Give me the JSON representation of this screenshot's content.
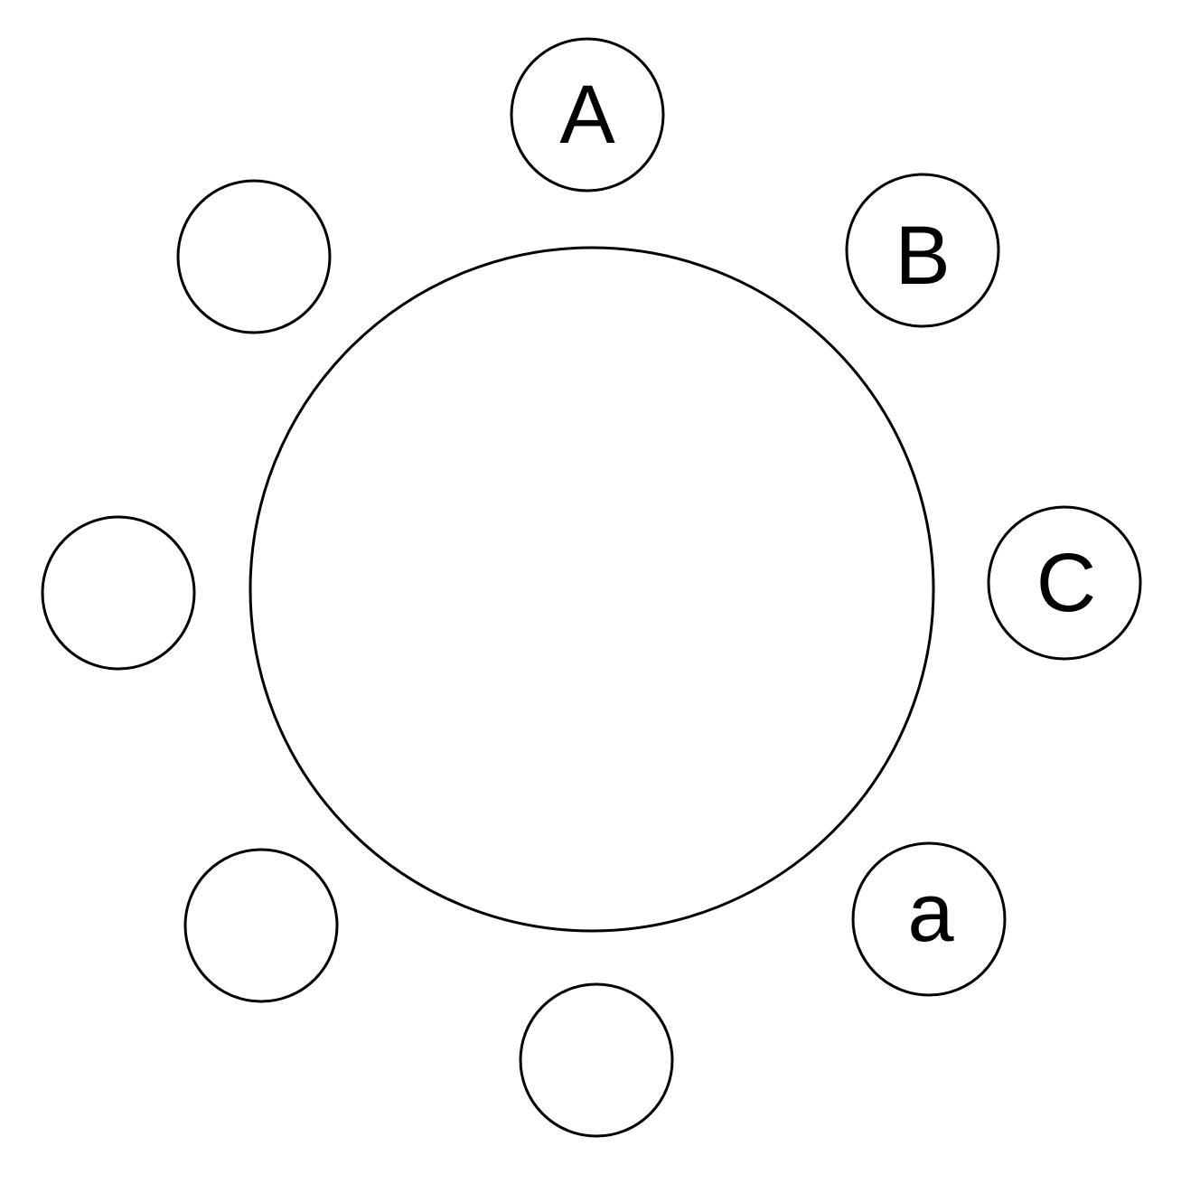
{
  "diagram": {
    "seats": [
      {
        "label": "A"
      },
      {
        "label": "B"
      },
      {
        "label": "C"
      },
      {
        "label": "a"
      },
      {
        "label": ""
      },
      {
        "label": ""
      },
      {
        "label": ""
      },
      {
        "label": ""
      }
    ]
  },
  "colors": {
    "stroke": "#000000",
    "background": "#ffffff"
  }
}
